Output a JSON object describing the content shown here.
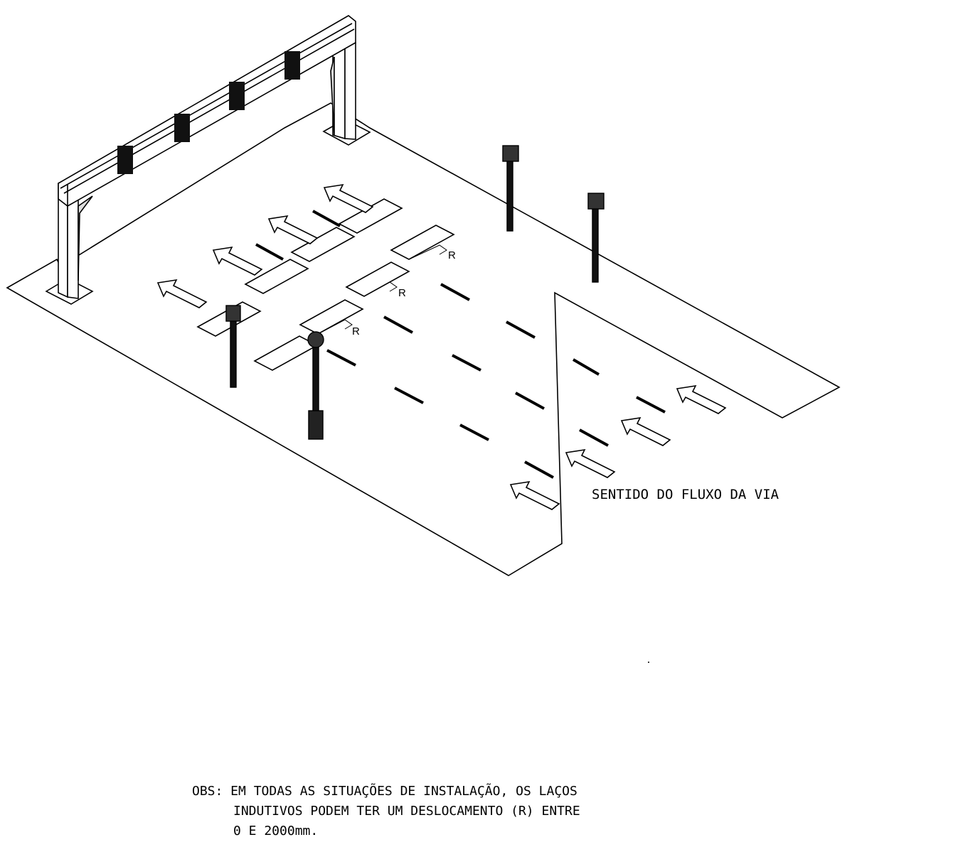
{
  "diagram": {
    "flow_label": "SENTIDO DO FLUXO DA VIA",
    "offset_labels": [
      "R",
      "R",
      "R"
    ]
  },
  "note": {
    "lines": [
      "OBS: EM TODAS AS SITUAÇÕES DE INSTALAÇÃO,  OS LAÇOS",
      "INDUTIVOS PODEM TER UM DESLOCAMENTO (R) ENTRE",
      "0 E 2000mm."
    ]
  }
}
